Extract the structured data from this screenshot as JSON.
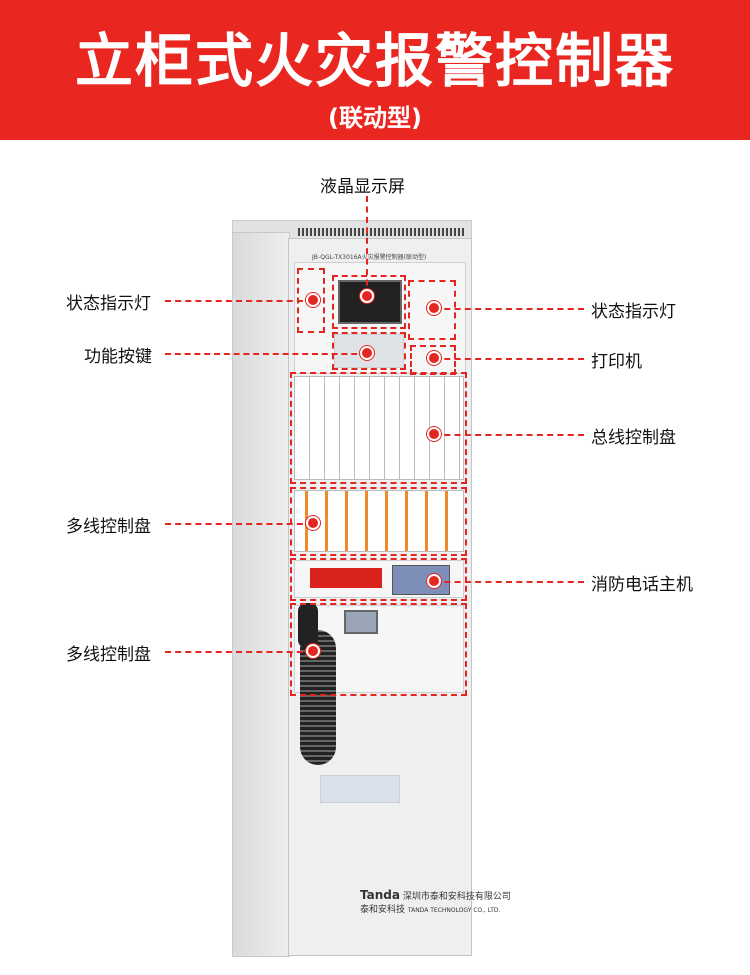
{
  "header": {
    "title": "立柜式火灾报警控制器",
    "subtitle": "(联动型)"
  },
  "callouts": {
    "lcd": "液晶显示屏",
    "status_left": "状态指示灯",
    "keys": "功能按键",
    "multiline_1": "多线控制盘",
    "multiline_2": "多线控制盘",
    "status_right": "状态指示灯",
    "printer": "打印机",
    "bus": "总线控制盘",
    "phone": "消防电话主机"
  },
  "cabinet": {
    "model": "JB-QGL-TX3016A火灾报警控制器(联动型)",
    "brand": "Tanda",
    "brand_cn": "泰和安科技",
    "company": "深圳市泰和安科技有限公司",
    "company_en": "TANDA TECHNOLOGY CO., LTD."
  },
  "colors": {
    "accent": "#e9261f"
  }
}
